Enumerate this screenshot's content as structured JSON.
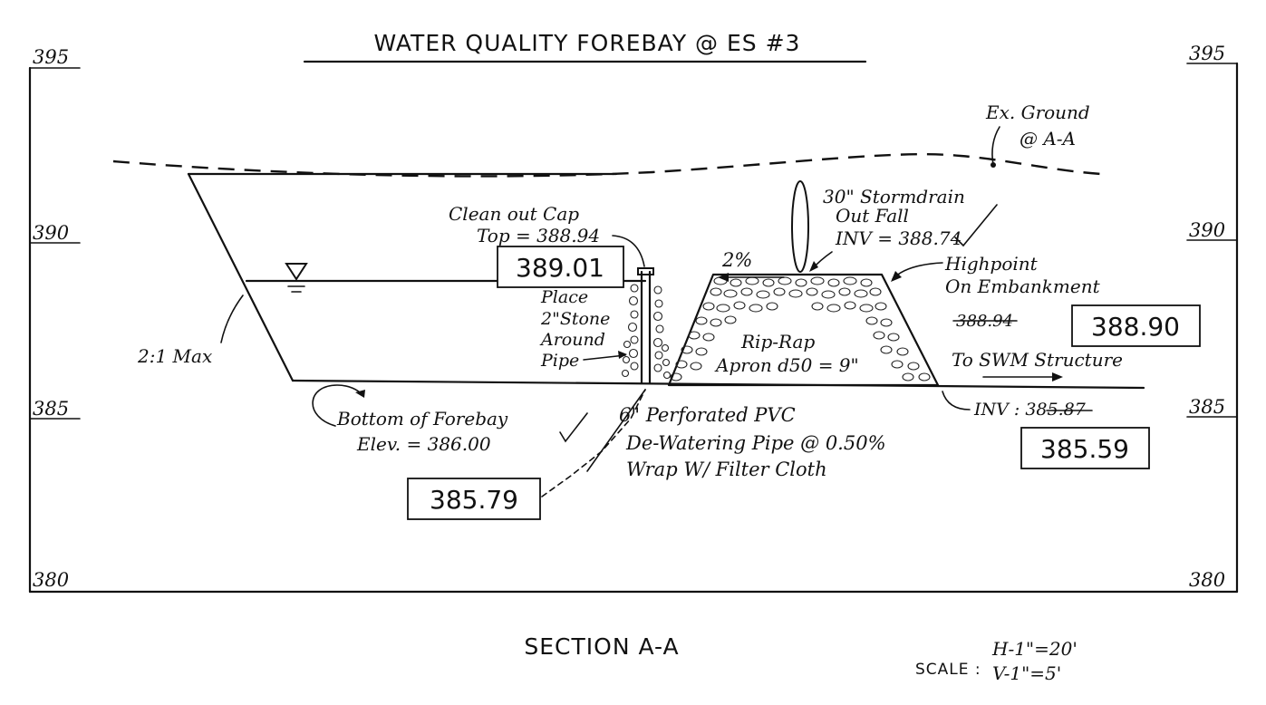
{
  "title": "WATER QUALITY FOREBAY @ ES #3",
  "subtitle": "SECTION A-A",
  "scale": {
    "label": "SCALE :",
    "horizontal": "H-1\"=20'",
    "vertical": "V-1\"=5'"
  },
  "axis": {
    "left": [
      "395",
      "390",
      "385",
      "380"
    ],
    "right": [
      "395",
      "390",
      "385",
      "380"
    ]
  },
  "labels": {
    "ex_ground_1": "Ex. Ground",
    "ex_ground_2": "@ A-A",
    "storm_1": "30\" Stormdrain",
    "storm_2": "Out Fall",
    "storm_3": "INV = 388.74",
    "cleanout_1": "Clean out Cap",
    "cleanout_2": "Top = 388.94",
    "slope_pct": "2%",
    "highpoint_1": "Highpoint",
    "highpoint_2": "On Embankment",
    "highpoint_old": "388.94",
    "place_1": "Place",
    "place_2": "2\"Stone",
    "place_3": "Around",
    "place_4": "Pipe",
    "side_slope": "2:1 Max",
    "riprap_1": "Rip-Rap",
    "riprap_2": "Apron d50 = 9\"",
    "to_swm": "To SWM Structure",
    "bottom_1": "Bottom of Forebay",
    "bottom_2": "Elev. = 386.00",
    "pipe_1": "6\" Perforated PVC",
    "pipe_2": "De-Watering Pipe @ 0.50%",
    "pipe_3": "Wrap W/ Filter Cloth",
    "inv_out": "INV : 385.87"
  },
  "boxes": {
    "cleanout_top": "389.01",
    "highpoint": "388.90",
    "inv_out": "385.59",
    "pipe_bottom": "385.79"
  }
}
